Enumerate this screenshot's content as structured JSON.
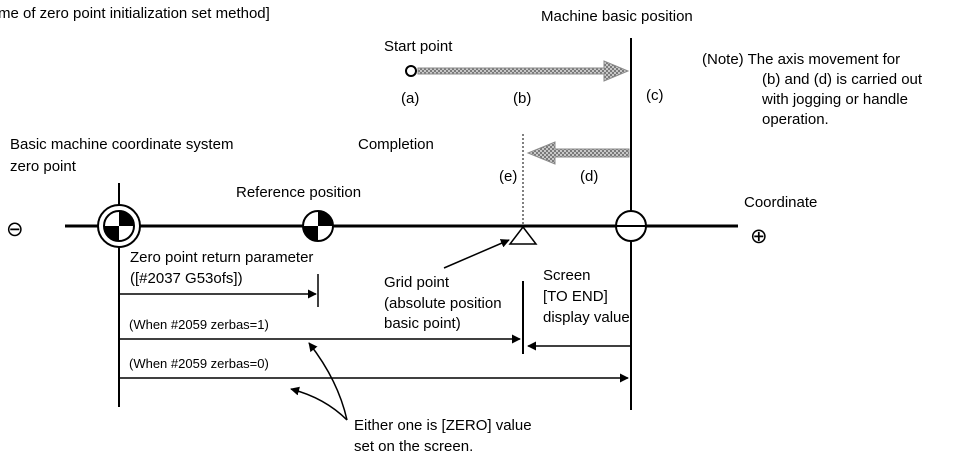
{
  "title": "me of zero point initialization set method]",
  "machine_basic_position": "Machine basic position",
  "start_point": "Start point",
  "label_a": "(a)",
  "label_b": "(b)",
  "label_c": "(c)",
  "label_d": "(d)",
  "label_e": "(e)",
  "note": {
    "line1": "(Note) The axis movement for",
    "line2": "(b) and (d) is carried out",
    "line3": "with jogging or handle",
    "line4": "operation."
  },
  "basic_zero": {
    "line1": "Basic machine coordinate system",
    "line2": "zero point"
  },
  "completion": "Completion",
  "reference_position": "Reference position",
  "coordinate": "Coordinate",
  "minus_sign": "⊖",
  "plus_sign": "⊕",
  "zero_return": {
    "line1": "Zero point return parameter",
    "line2": "([#2037 G53ofs])"
  },
  "grid_point": {
    "line1": "Grid point",
    "line2": "(absolute position",
    "line3": "basic point)"
  },
  "screen": {
    "line1": "Screen",
    "line2": "[TO END]",
    "line3": "display value"
  },
  "zerbas1": "(When #2059 zerbas=1)",
  "zerbas0": "(When #2059 zerbas=0)",
  "either": {
    "line1": "Either one is [ZERO] value",
    "line2": "set on the screen."
  }
}
